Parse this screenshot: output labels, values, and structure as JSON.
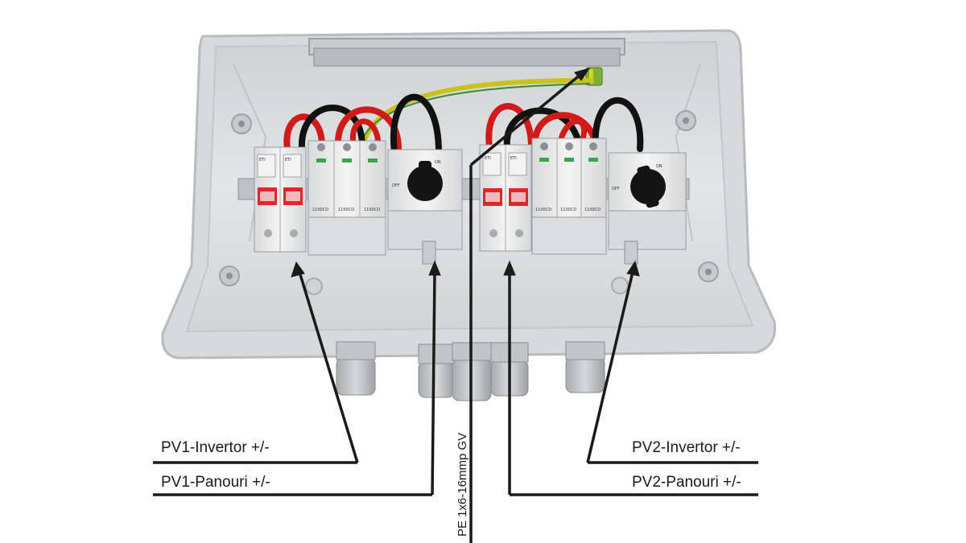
{
  "labels": {
    "pv1_invertor": "PV1-Invertor +/-",
    "pv1_panouri": "PV1-Panouri +/-",
    "pv2_invertor": "PV2-Invertor +/-",
    "pv2_panouri": "PV2-Panouri +/-",
    "pe": "PE 1x6-16mmp GV"
  },
  "device_markings": {
    "fuse_brand": "ETI",
    "surge_protector_code": "1100CD",
    "switch_on": "ON",
    "switch_off": "OFF"
  },
  "colors": {
    "enclosure": "#e3e4e5",
    "wire_positive": "#d11a1a",
    "wire_negative": "#111111",
    "wire_earth": "#c9c21a",
    "leader_lines": "#1a1a1a"
  }
}
